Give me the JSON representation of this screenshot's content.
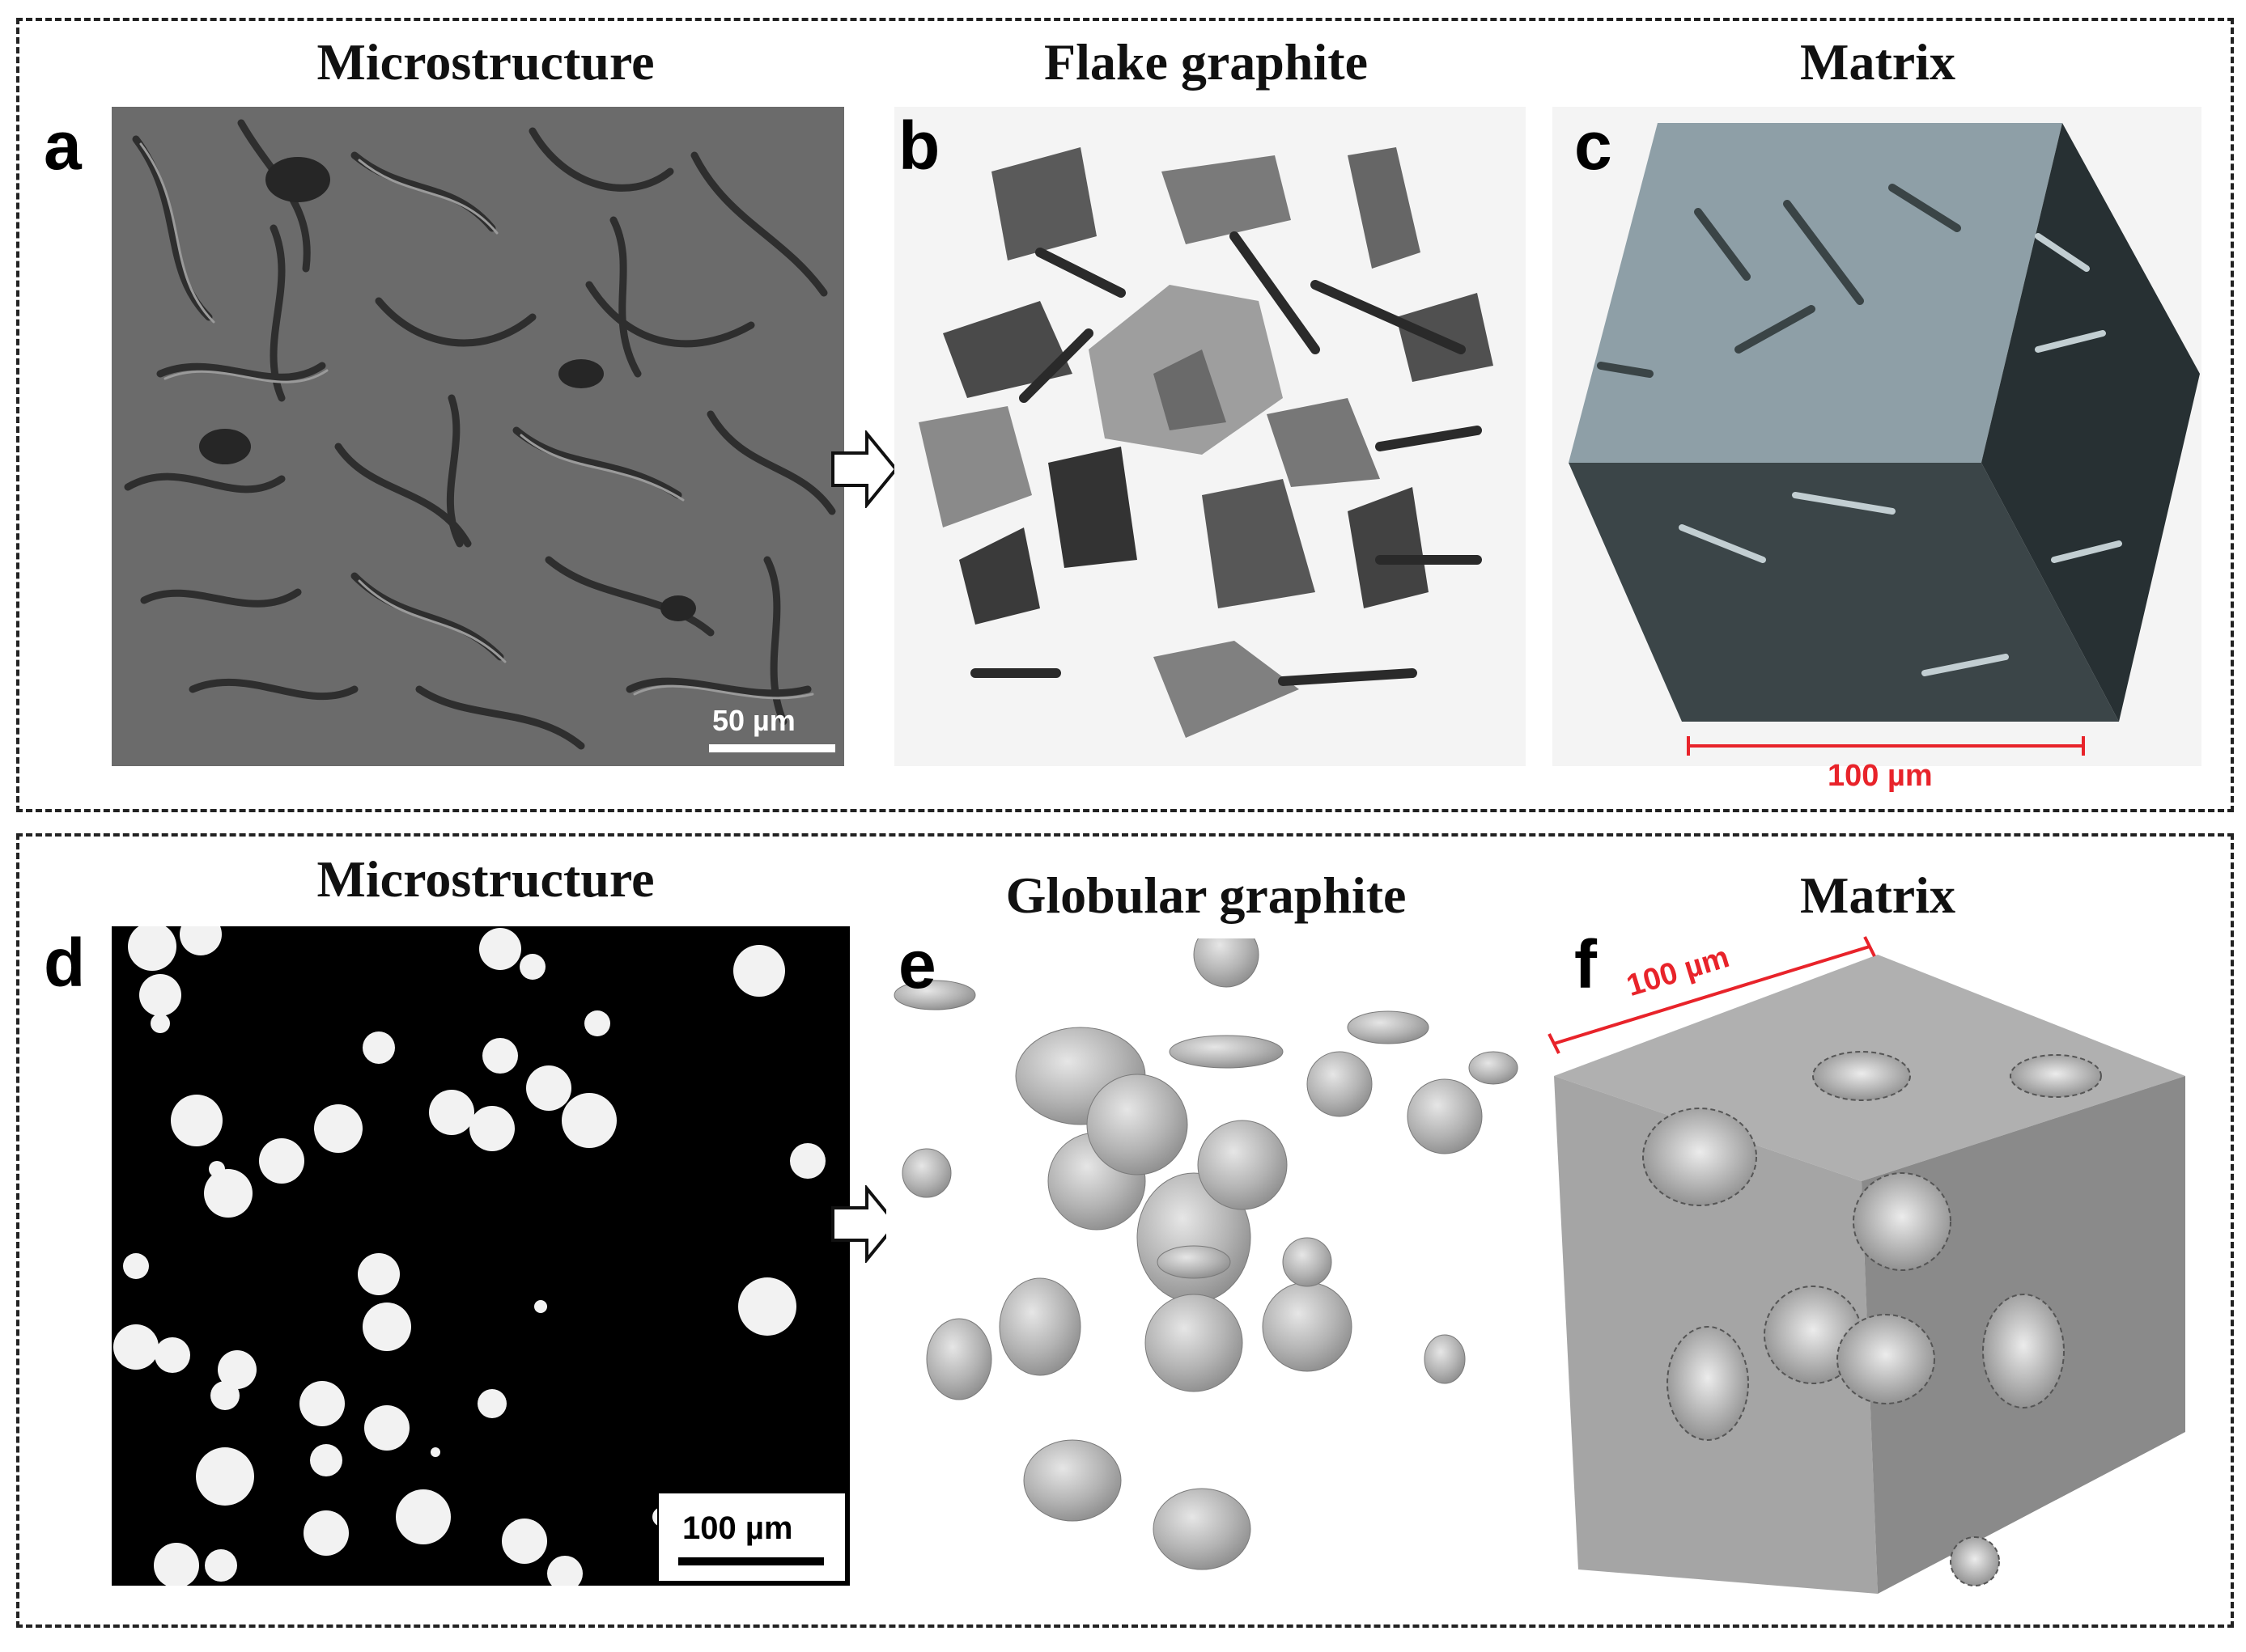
{
  "figure": {
    "top_group": {
      "panels": [
        {
          "letter": "a",
          "title": "Microstructure",
          "scale_label": "50 µm"
        },
        {
          "letter": "b",
          "title": "Flake graphite"
        },
        {
          "letter": "c",
          "title": "Matrix",
          "scale_label": "100 µm"
        }
      ]
    },
    "bottom_group": {
      "panels": [
        {
          "letter": "d",
          "title": "Microstructure",
          "scale_label": "100 µm"
        },
        {
          "letter": "e",
          "title": "Globular graphite"
        },
        {
          "letter": "f",
          "title": "Matrix",
          "scale_label": "100 µm"
        }
      ]
    },
    "colors": {
      "scale_red": "#e8232a",
      "sem_gray": "#6a6a6a",
      "matrix_top": "#8d9ea6",
      "matrix_dark": "#3a4446",
      "globule_gray": "#b8b8b8"
    }
  }
}
